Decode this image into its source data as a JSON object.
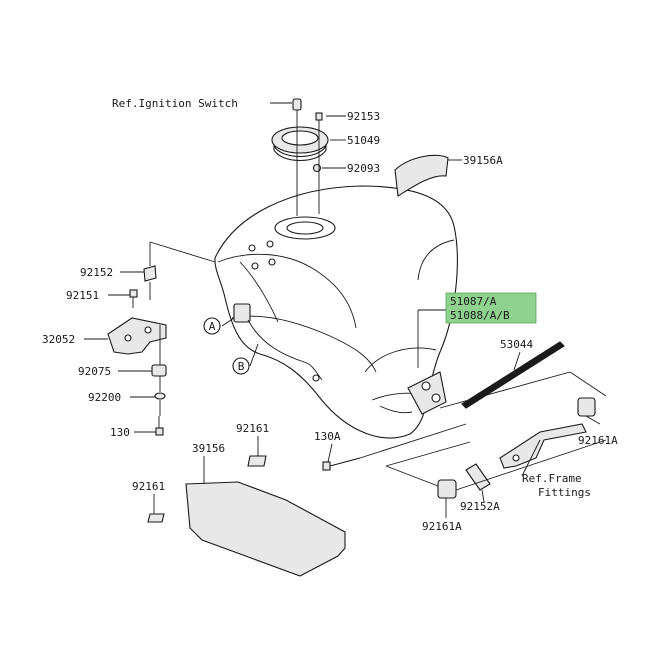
{
  "diagram": {
    "labels": {
      "ref_ignition_switch": "Ref.Ignition Switch",
      "p92153": "92153",
      "p51049": "51049",
      "p92093": "92093",
      "p39156A": "39156A",
      "p92152": "92152",
      "p92151": "92151",
      "p32052": "32052",
      "p92075": "92075",
      "p92200": "92200",
      "p130": "130",
      "callout_a": "A",
      "callout_b": "B",
      "p51087A": "51087/A",
      "p51088AB": "51088/A/B",
      "p53044": "53044",
      "p92161_top": "92161",
      "p39156": "39156",
      "p130A": "130A",
      "p92161_left": "92161",
      "p92161A_right": "92161A",
      "ref_frame_1": "Ref.Frame",
      "ref_frame_2": "Fittings",
      "p92152A": "92152A",
      "p92161A_bottom": "92161A"
    },
    "colors": {
      "line": "#1a1a1a",
      "highlight_fill": "#8fd18f",
      "part_fill": "#ffffff",
      "shade_fill": "#e8e8e8"
    }
  }
}
